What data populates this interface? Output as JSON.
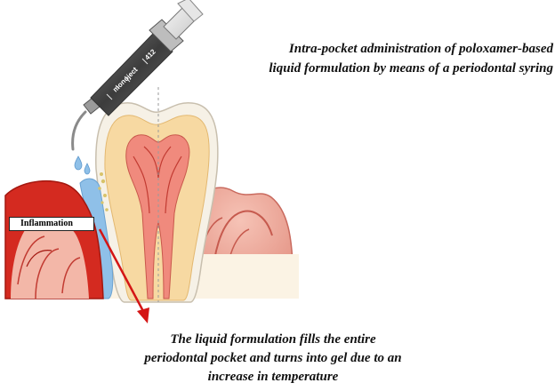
{
  "captions": {
    "top_line1": "Intra-pocket administration of poloxamer-based",
    "top_line2": "liquid formulation by means of a periodontal syring",
    "bottom_line1": "The liquid formulation fills the entire",
    "bottom_line2": "periodontal pocket and turns into gel due to an",
    "bottom_line3": "increase in temperature"
  },
  "labels": {
    "inflammation": "Inflammation",
    "syringe_brand": "monoject",
    "syringe_volume": "412"
  },
  "colors": {
    "gum": "#e89a8c",
    "gum_inflamed": "#d42a20",
    "enamel": "#f6f1e6",
    "dentin": "#f7d9a2",
    "pulp": "#f08a7d",
    "gel": "#8fc0e8",
    "arrow": "#d41515",
    "syringe_barrel": "#555555"
  }
}
